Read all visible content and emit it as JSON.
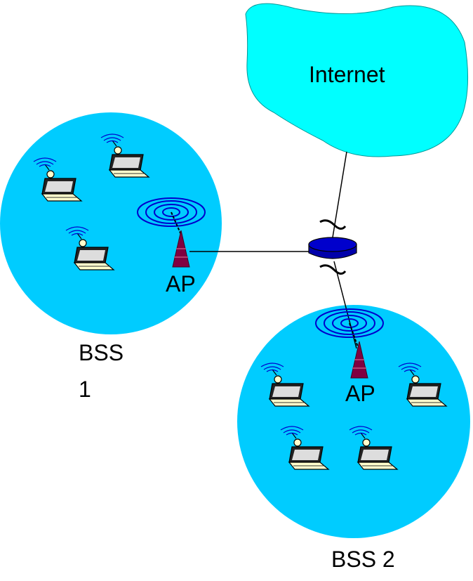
{
  "diagram": {
    "internet": {
      "label": "Internet",
      "fill": "#00ffff"
    },
    "bss1": {
      "label_line1": "BSS",
      "label_line2": "1",
      "fill": "#00ccff",
      "ap_label": "AP",
      "laptop_count": 3
    },
    "bss2": {
      "label": "BSS 2",
      "fill": "#00ccff",
      "ap_label": "AP",
      "laptop_count": 4
    },
    "router": {
      "icon": "router-icon",
      "fill": "#0000cc"
    },
    "access_point": {
      "icon": "antenna-tower-icon",
      "fill": "#800040"
    },
    "laptop": {
      "icon": "laptop-icon",
      "body": "#333333",
      "screen": "#ffffcc"
    },
    "colors": {
      "wireless_waves": "#0000cc",
      "links": "#000000"
    }
  }
}
